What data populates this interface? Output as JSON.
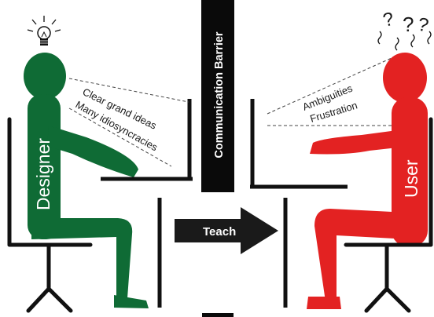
{
  "barrier_label": "Communication Barrier",
  "designer": {
    "name": "Designer",
    "thoughts": [
      "Clear grand ideas",
      "Many idiosyncracies"
    ],
    "color": "#0f6b35",
    "icon": "lightbulb-icon"
  },
  "user": {
    "name": "User",
    "thoughts": [
      "Ambiguities",
      "Frustration"
    ],
    "color": "#e32222",
    "icon": "question-marks-icon",
    "question_marks": [
      "?",
      "?",
      "?"
    ]
  },
  "arrow_label": "Teach",
  "colors": {
    "ink": "#111111",
    "barrier": "#0a0a0a",
    "arrow": "#1a1a1a"
  }
}
